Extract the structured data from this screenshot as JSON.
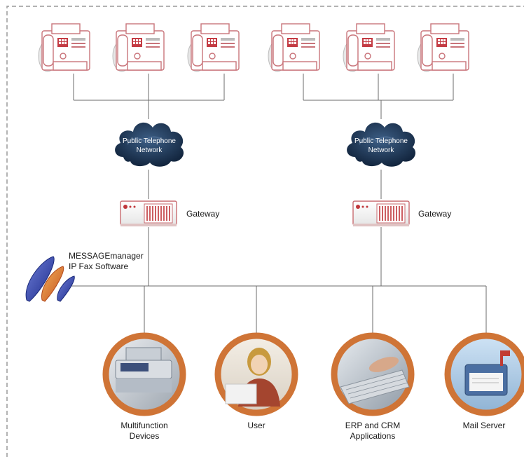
{
  "colors": {
    "fax_outline": "#c9747a",
    "fax_screen": "#c0c0c0",
    "wire": "#6b6b6b",
    "cloud": "#1f3a5c",
    "gateway_accent": "#c0363a",
    "ring": "#cf7436",
    "border_dash": "#9a9a9a"
  },
  "clouds": [
    {
      "label_line1": "Public Telephone",
      "label_line2": "Network"
    },
    {
      "label_line1": "Public Telephone",
      "label_line2": "Network"
    }
  ],
  "gateways": [
    {
      "label": "Gateway"
    },
    {
      "label": "Gateway"
    }
  ],
  "software": {
    "line1": "MESSAGEmanager",
    "line2": "IP Fax Software"
  },
  "endpoints": [
    {
      "line1": "Multifunction",
      "line2": "Devices",
      "icon": "multifunction-printer-icon"
    },
    {
      "line1": "User",
      "line2": "",
      "icon": "user-photo-icon"
    },
    {
      "line1": "ERP and CRM",
      "line2": "Applications",
      "icon": "keyboard-typing-icon"
    },
    {
      "line1": "Mail Server",
      "line2": "",
      "icon": "mailbox-icon"
    }
  ]
}
